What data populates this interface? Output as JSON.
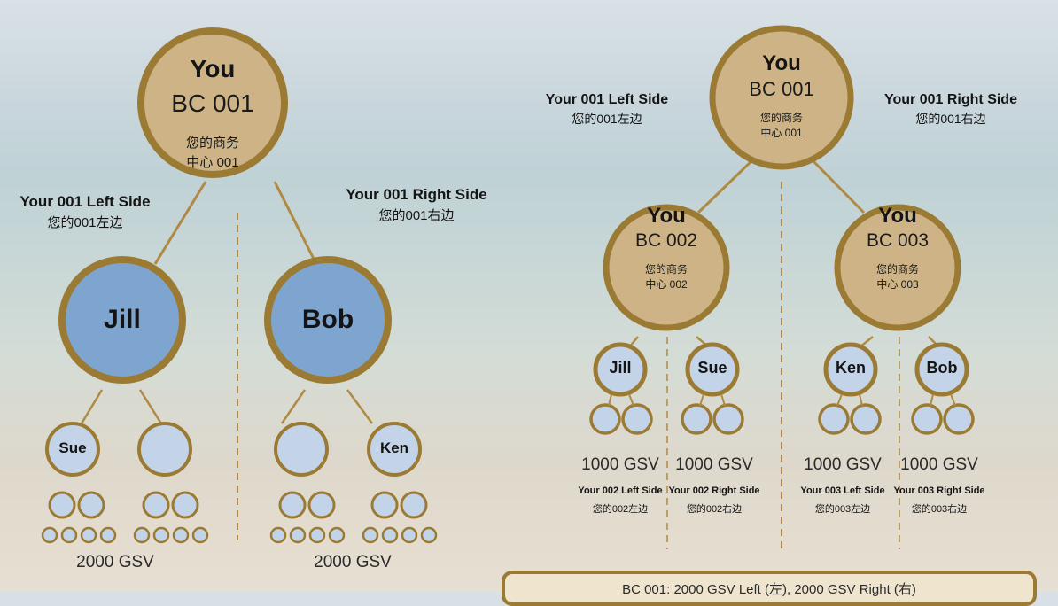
{
  "colors": {
    "gold_border": "#9b7a33",
    "gold_fill": "#cdb386",
    "blue_fill": "#7ea5cf",
    "light_fill": "#c4d4e8",
    "line": "#b08a44"
  },
  "left_tree": {
    "root": {
      "you": "You",
      "bc": "BC 001",
      "cn_line1": "您的商务",
      "cn_line2": "中心 001"
    },
    "left_side": {
      "title": "Your 001 Left Side",
      "cn": "您的001左边"
    },
    "right_side": {
      "title": "Your 001 Right Side",
      "cn": "您的001右边"
    },
    "left_child": "Jill",
    "right_child": "Bob",
    "left_grandchild": "Sue",
    "right_grandchild": "Ken",
    "left_gsv": "2000 GSV",
    "right_gsv": "2000 GSV"
  },
  "right_tree": {
    "root": {
      "you": "You",
      "bc": "BC 001",
      "cn_line1": "您的商务",
      "cn_line2": "中心 001"
    },
    "left_side": {
      "title": "Your 001 Left Side",
      "cn": "您的001左边"
    },
    "right_side": {
      "title": "Your 001 Right Side",
      "cn": "您的001右边"
    },
    "center_left": {
      "you": "You",
      "bc": "BC 002",
      "cn_line1": "您的商务",
      "cn_line2": "中心 002"
    },
    "center_right": {
      "you": "You",
      "bc": "BC 003",
      "cn_line1": "您的商务",
      "cn_line2": "中心 003"
    },
    "leaves": [
      "Jill",
      "Sue",
      "Ken",
      "Bob"
    ],
    "gsv": [
      "1000 GSV",
      "1000 GSV",
      "1000 GSV",
      "1000 GSV"
    ],
    "sides": [
      {
        "title": "Your 002 Left Side",
        "cn": "您的002左边"
      },
      {
        "title": "Your 002 Right Side",
        "cn": "您的002右边"
      },
      {
        "title": "Your 003 Left Side",
        "cn": "您的003左边"
      },
      {
        "title": "Your 003 Right Side",
        "cn": "您的003右边"
      }
    ]
  },
  "summary": "BC 001: 2000 GSV Left (左), 2000 GSV Right (右)"
}
